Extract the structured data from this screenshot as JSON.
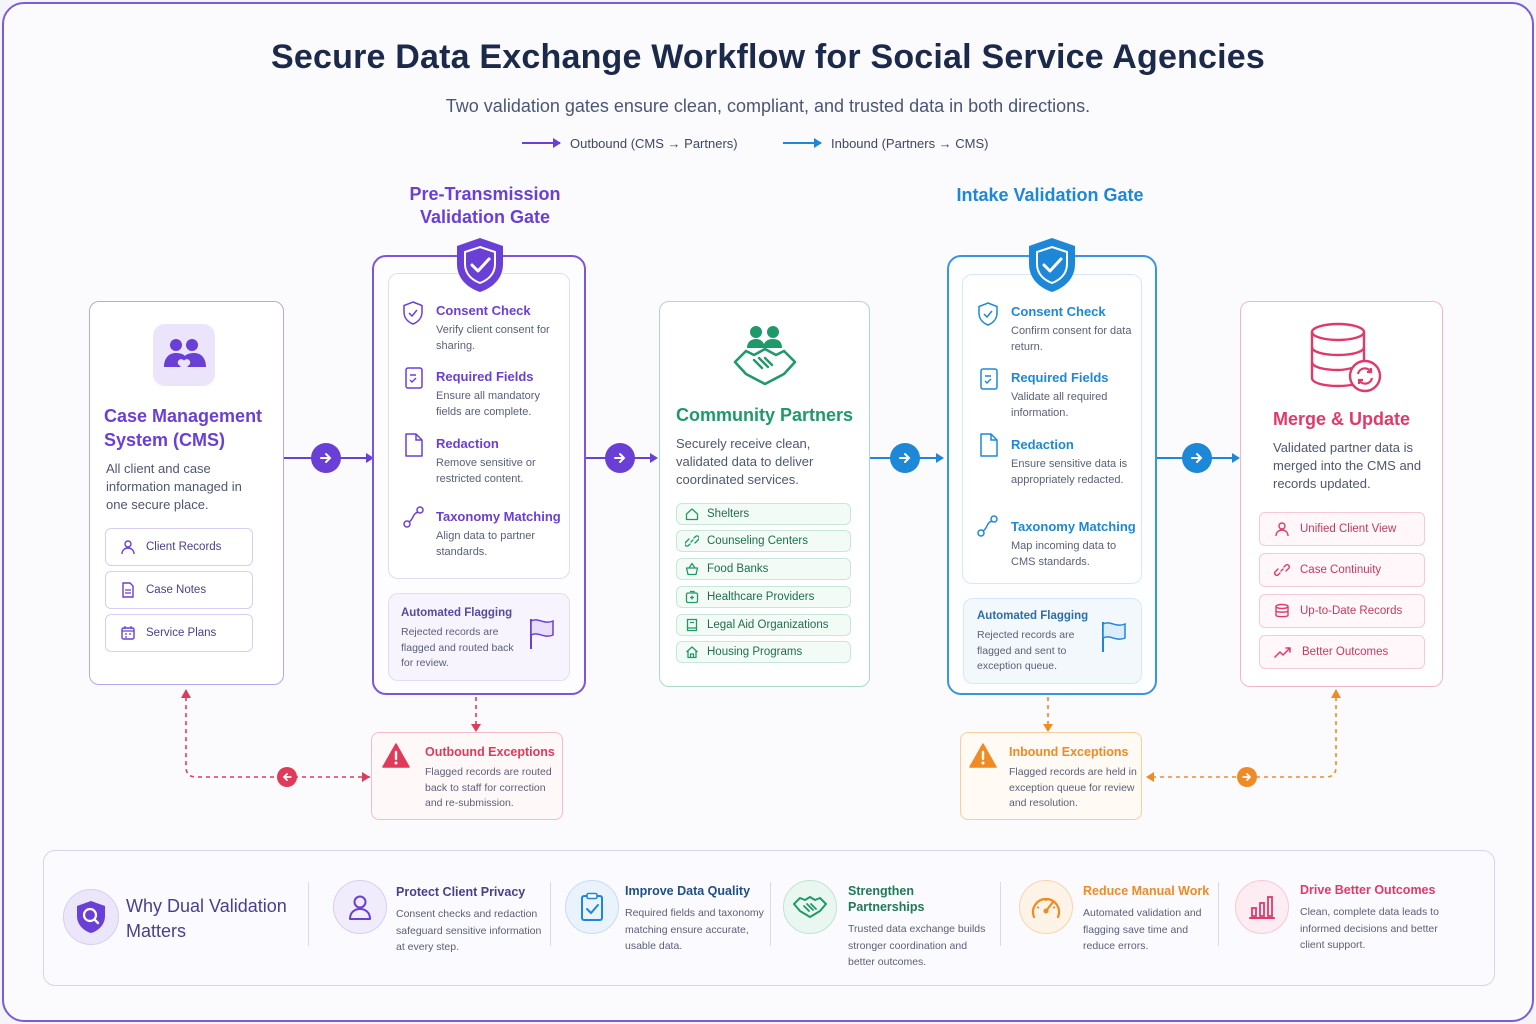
{
  "header": {
    "title": "Secure Data Exchange Workflow for Social Service Agencies",
    "subtitle": "Two validation gates ensure clean, compliant, and trusted data in both directions.",
    "legend_outbound": "Outbound (CMS → Partners)",
    "legend_inbound": "Inbound (Partners → CMS)"
  },
  "colors": {
    "outbound": "#6a3fd6",
    "inbound": "#1e88d8",
    "partners": "#1e9a6a",
    "merge": "#e03a6a",
    "outbound_exception": "#e03a5a",
    "inbound_exception": "#f08a24"
  },
  "cms": {
    "icon": "users-heart-icon",
    "title": "Case Management System (CMS)",
    "description": "All client and case information managed in one secure place.",
    "items": [
      {
        "label": "Client Records",
        "icon": "user-icon"
      },
      {
        "label": "Case Notes",
        "icon": "document-icon"
      },
      {
        "label": "Service Plans",
        "icon": "calendar-icon"
      }
    ]
  },
  "pre_gate": {
    "title": "Pre-Transmission Validation Gate",
    "icon": "shield-check-icon",
    "items": [
      {
        "title": "Consent Check",
        "desc": "Verify client consent for sharing.",
        "icon": "shield-icon"
      },
      {
        "title": "Required Fields",
        "desc": "Ensure all mandatory fields are complete.",
        "icon": "form-icon"
      },
      {
        "title": "Redaction",
        "desc": "Remove sensitive or restricted content.",
        "icon": "file-icon"
      },
      {
        "title": "Taxonomy Matching",
        "desc": "Align data to partner standards.",
        "icon": "branch-icon"
      }
    ],
    "flagging_title": "Automated Flagging",
    "flagging_desc": "Rejected records are flagged and routed back for review."
  },
  "partners": {
    "icon": "handshake-people-icon",
    "title": "Community Partners",
    "description": "Securely receive clean, validated data to deliver coordinated services.",
    "items": [
      {
        "label": "Shelters",
        "icon": "home-icon"
      },
      {
        "label": "Counseling Centers",
        "icon": "link-icon"
      },
      {
        "label": "Food Banks",
        "icon": "basket-icon"
      },
      {
        "label": "Healthcare Providers",
        "icon": "medical-icon"
      },
      {
        "label": "Legal Aid Organizations",
        "icon": "book-icon"
      },
      {
        "label": "Housing Programs",
        "icon": "house-icon"
      }
    ]
  },
  "intake_gate": {
    "title": "Intake Validation Gate",
    "icon": "shield-check-icon",
    "items": [
      {
        "title": "Consent Check",
        "desc": "Confirm consent for data return.",
        "icon": "shield-icon"
      },
      {
        "title": "Required Fields",
        "desc": "Validate all required information.",
        "icon": "form-icon"
      },
      {
        "title": "Redaction",
        "desc": "Ensure sensitive data is appropriately redacted.",
        "icon": "file-icon"
      },
      {
        "title": "Taxonomy Matching",
        "desc": "Map incoming data to CMS standards.",
        "icon": "branch-icon"
      }
    ],
    "flagging_title": "Automated Flagging",
    "flagging_desc": "Rejected records are flagged and sent to exception queue."
  },
  "merge": {
    "icon": "database-sync-icon",
    "title": "Merge & Update",
    "description": "Validated partner data is merged into the CMS and records updated.",
    "items": [
      {
        "label": "Unified Client View",
        "icon": "user-icon"
      },
      {
        "label": "Case Continuity",
        "icon": "link-icon"
      },
      {
        "label": "Up-to-Date Records",
        "icon": "database-icon"
      },
      {
        "label": "Better Outcomes",
        "icon": "trend-icon"
      }
    ]
  },
  "outbound_exceptions": {
    "title": "Outbound Exceptions",
    "desc": "Flagged records are routed back to staff for correction and re-submission."
  },
  "inbound_exceptions": {
    "title": "Inbound Exceptions",
    "desc": "Flagged records are held in exception queue for review and resolution."
  },
  "benefits": {
    "heading": "Why Dual Validation Matters",
    "items": [
      {
        "title": "Protect Client Privacy",
        "desc": "Consent checks and redaction safeguard sensitive information at every step.",
        "icon": "user-icon",
        "color": "#6a3fd6"
      },
      {
        "title": "Improve Data Quality",
        "desc": "Required fields and taxonomy matching ensure accurate, usable data.",
        "icon": "checklist-icon",
        "color": "#1e88d8"
      },
      {
        "title": "Strengthen Partnerships",
        "desc": "Trusted data exchange builds stronger coordination and better outcomes.",
        "icon": "handshake-icon",
        "color": "#1e9a6a"
      },
      {
        "title": "Reduce Manual Work",
        "desc": "Automated validation and flagging save time and reduce errors.",
        "icon": "gauge-icon",
        "color": "#f08a24"
      },
      {
        "title": "Drive Better Outcomes",
        "desc": "Clean, complete data leads to informed decisions and better client support.",
        "icon": "bar-chart-icon",
        "color": "#e03a6a"
      }
    ]
  }
}
